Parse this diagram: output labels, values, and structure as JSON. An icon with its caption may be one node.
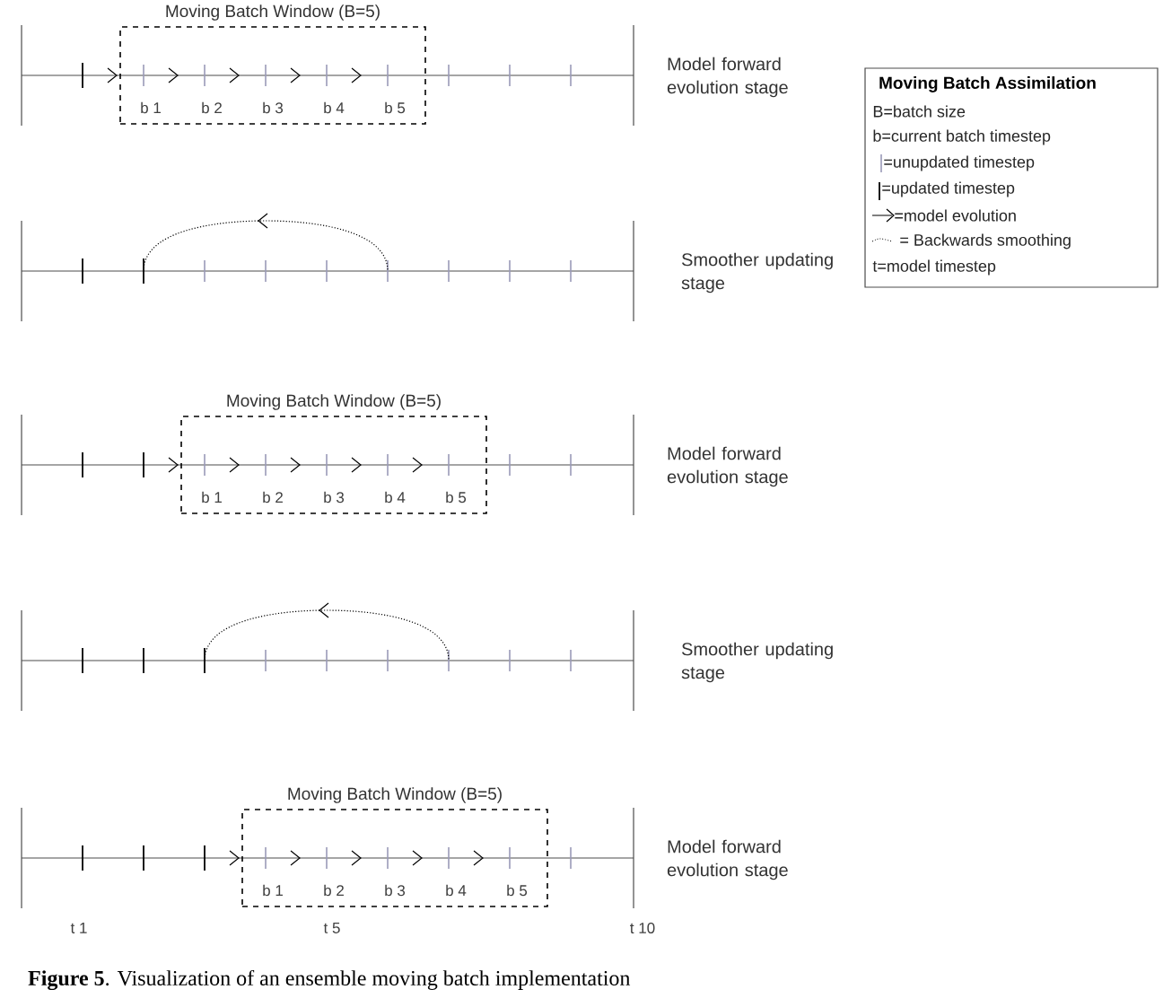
{
  "diagram": {
    "caption": "**Figure 5**. Visualization of an ensemble moving batch implementation",
    "nodes": [
      {
        "text": [
          "Moving Batch Window (B=5)",
          "b 1",
          "b 2",
          "b 3",
          "b 4",
          "b 5"
        ]
      },
      {
        "text": [
          "Moving Batch Assimilation"
        ]
      },
      {
        "text": [
          "Moving Batch Window (B=5)",
          "b 1",
          "b 2",
          "b 3",
          "b 4",
          "b 5"
        ]
      },
      {
        "text": [
          "Moving Batch Window (B=5)",
          "b 1",
          "b 2",
          "b 3",
          "b 4",
          "b 5"
        ]
      }
    ],
    "labels": [
      "Model forward evolution stage",
      "Smoother updating stage",
      "Model forward evolution stage",
      "Smoother updating stage",
      "Model forward evolution stage",
      "t 1",
      "t 5",
      "t 10"
    ],
    "legend": [
      {
        "text": "B=batch size"
      },
      {
        "text": "b=current batch timestep"
      },
      {
        "text": "=unupdated timestep"
      },
      {
        "text": "=updated timestep"
      },
      {
        "text": "=model evolution"
      },
      {
        "text": "= Backwards smoothing"
      },
      {
        "text": "t=model timestep"
      }
    ]
  }
}
